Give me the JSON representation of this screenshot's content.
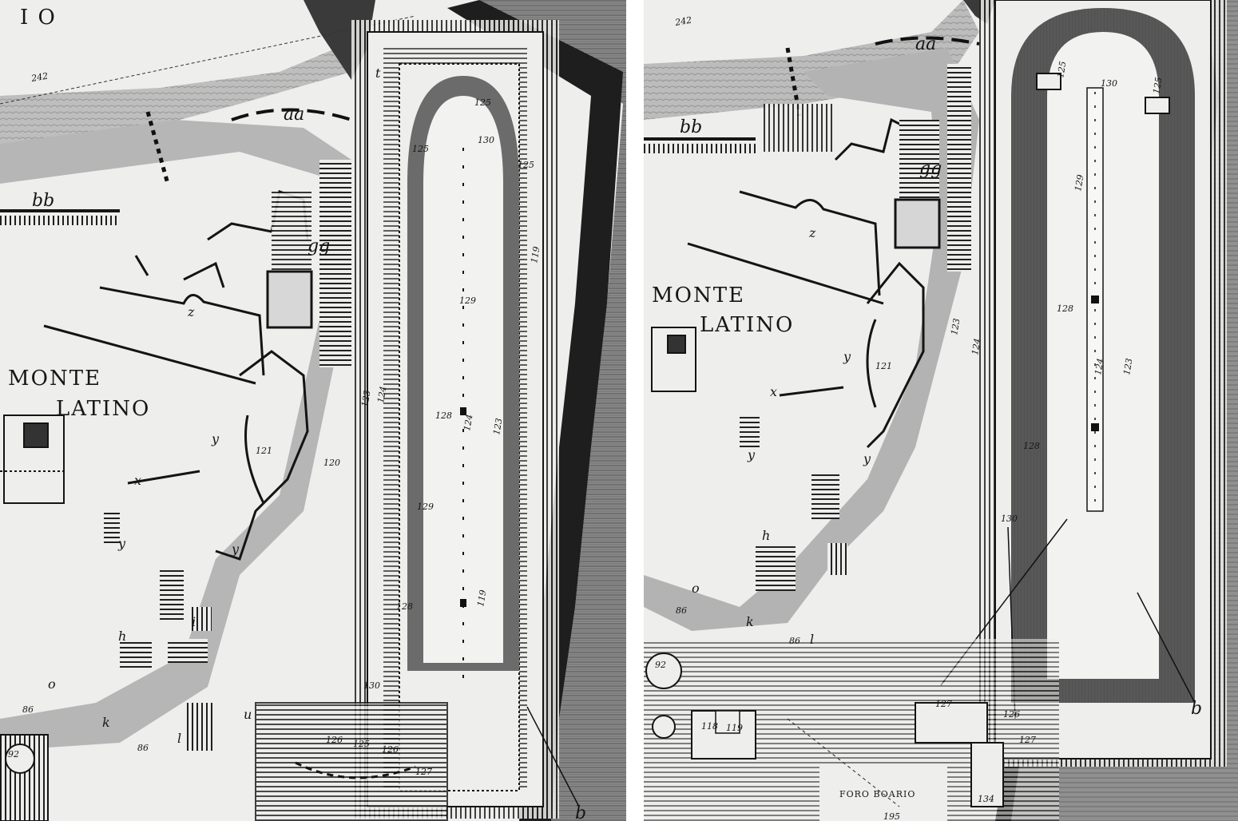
{
  "palette": {
    "paper": "#eeeeec",
    "ink": "#141414",
    "sea": "#7d7d7d",
    "hatch": "#a9a9a9",
    "arena_track": "#5b5b5b",
    "arena_floor": "#f4f4f2",
    "cliff": "#1e1e1e"
  },
  "left_panel": {
    "labels": {
      "hill_line1": "MONTE",
      "hill_line2": "LATINO",
      "top_letters": "I O",
      "edge_number": "242",
      "aa": "aa",
      "bb": "bb",
      "gg": "gg",
      "z": "z",
      "y1": "y",
      "y2": "y",
      "y3": "y",
      "x": "x",
      "h": "h",
      "i": "i",
      "k": "k",
      "l": "l",
      "o": "o",
      "u": "u",
      "t": "t",
      "b": "b",
      "n86a": "86",
      "n86b": "86",
      "n92": "92",
      "n121": "121",
      "n120": "120",
      "n125a": "125",
      "n125b": "125",
      "n125c": "125",
      "n125d": "125",
      "n126a": "126",
      "n126b": "126",
      "n127": "127",
      "n128a": "128",
      "n128b": "128",
      "n129a": "129",
      "n129b": "129",
      "n130a": "130",
      "n130b": "130",
      "n124a": "124",
      "n124b": "124",
      "n123a": "123",
      "n123b": "123",
      "n119a": "119",
      "n119b": "119"
    }
  },
  "right_panel": {
    "labels": {
      "hill_line1": "MONTE",
      "hill_line2": "LATINO",
      "edge_number": "242",
      "aa": "aa",
      "bb": "bb",
      "gg": "gg",
      "z": "z",
      "y1": "y",
      "y2": "y",
      "y3": "y",
      "x": "x",
      "h": "h",
      "k": "k",
      "l": "l",
      "o": "o",
      "b": "b",
      "forum": "FORO BOARIO",
      "n86a": "86",
      "n86b": "86",
      "n92": "92",
      "n121": "121",
      "n130a": "130",
      "n130b": "130",
      "n128a": "128",
      "n128b": "128",
      "n129": "129",
      "n124a": "124",
      "n124b": "124",
      "n123a": "123",
      "n123b": "123",
      "n125a": "125",
      "n125b": "125",
      "n126": "126",
      "n127a": "127",
      "n127b": "127",
      "n118": "118",
      "n119": "119",
      "n134": "134",
      "n195": "195"
    }
  }
}
